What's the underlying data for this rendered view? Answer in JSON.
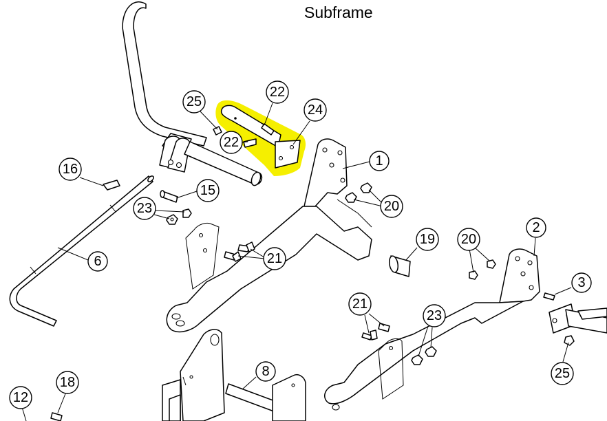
{
  "title": "Subframe",
  "highlight_color": "#f5ef00",
  "callouts": [
    "1",
    "2",
    "3",
    "6",
    "8",
    "12",
    "15",
    "16",
    "18",
    "19",
    "20",
    "20",
    "21",
    "21",
    "22",
    "22",
    "23",
    "23",
    "24",
    "25",
    "25"
  ]
}
